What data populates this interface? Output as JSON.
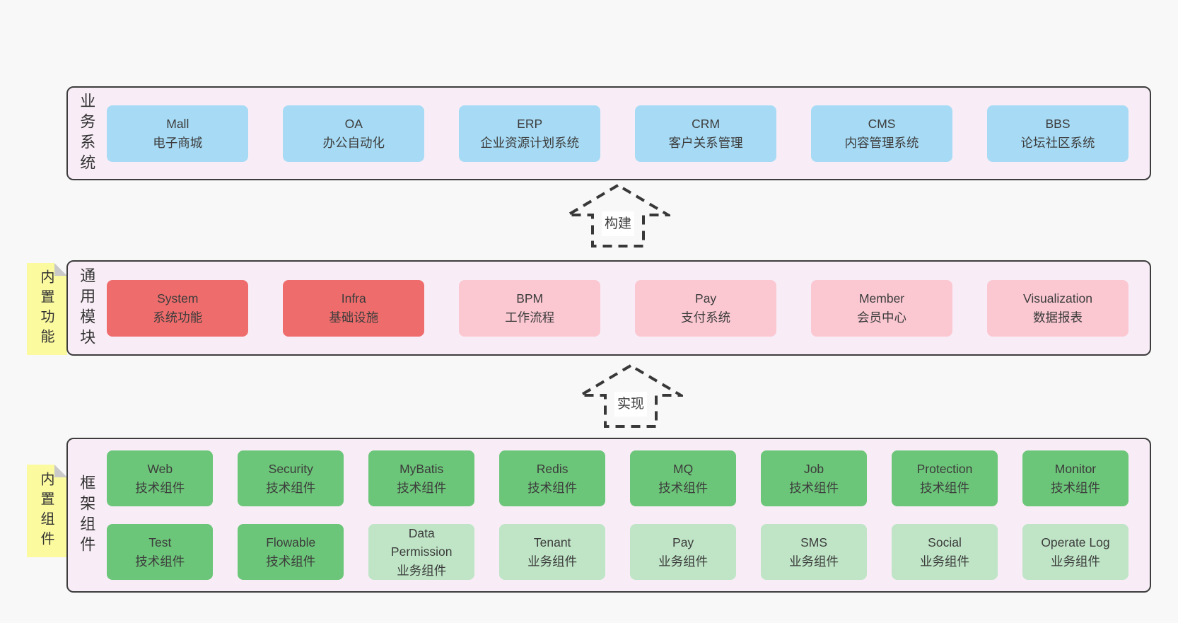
{
  "colors": {
    "page_bg": "#f8f8f8",
    "section_bg": "#f8edf6",
    "frame_border": "#3d3d3d",
    "box_blue": "#a7dbf5",
    "box_red": "#ef6c6c",
    "box_pink": "#fbc8d2",
    "box_green": "#6cc679",
    "box_green_light": "#bfe5c6",
    "note_yellow": "#fbfa9f",
    "note_fold": "#c9c9c9",
    "text": "#3c3c3c",
    "arrow": "#383838",
    "label_bg": "#ffffff"
  },
  "sections": {
    "business": {
      "label": "业务系统",
      "boxes": [
        {
          "name": "Mall",
          "subtitle": "电子商城"
        },
        {
          "name": "OA",
          "subtitle": "办公自动化"
        },
        {
          "name": "ERP",
          "subtitle": "企业资源计划系统"
        },
        {
          "name": "CRM",
          "subtitle": "客户关系管理"
        },
        {
          "name": "CMS",
          "subtitle": "内容管理系统"
        },
        {
          "name": "BBS",
          "subtitle": "论坛社区系统"
        }
      ]
    },
    "modules": {
      "label": "通用模块",
      "note": "内置功能",
      "boxes": [
        {
          "name": "System",
          "subtitle": "系统功能"
        },
        {
          "name": "Infra",
          "subtitle": "基础设施"
        },
        {
          "name": "BPM",
          "subtitle": "工作流程"
        },
        {
          "name": "Pay",
          "subtitle": "支付系统"
        },
        {
          "name": "Member",
          "subtitle": "会员中心"
        },
        {
          "name": "Visualization",
          "subtitle": "数据报表"
        }
      ]
    },
    "components": {
      "label": "框架组件",
      "note": "内置组件",
      "row1": [
        {
          "name": "Web",
          "subtitle": "技术组件"
        },
        {
          "name": "Security",
          "subtitle": "技术组件"
        },
        {
          "name": "MyBatis",
          "subtitle": "技术组件"
        },
        {
          "name": "Redis",
          "subtitle": "技术组件"
        },
        {
          "name": "MQ",
          "subtitle": "技术组件"
        },
        {
          "name": "Job",
          "subtitle": "技术组件"
        },
        {
          "name": "Protection",
          "subtitle": "技术组件"
        },
        {
          "name": "Monitor",
          "subtitle": "技术组件"
        }
      ],
      "row2": [
        {
          "name": "Test",
          "subtitle": "技术组件"
        },
        {
          "name": "Flowable",
          "subtitle": "技术组件"
        },
        {
          "name": "Data Permission",
          "subtitle": "业务组件"
        },
        {
          "name": "Tenant",
          "subtitle": "业务组件"
        },
        {
          "name": "Pay",
          "subtitle": "业务组件"
        },
        {
          "name": "SMS",
          "subtitle": "业务组件"
        },
        {
          "name": "Social",
          "subtitle": "业务组件"
        },
        {
          "name": "Operate Log",
          "subtitle": "业务组件"
        }
      ]
    }
  },
  "arrows": {
    "build": {
      "label": "构建"
    },
    "implement": {
      "label": "实现"
    }
  }
}
